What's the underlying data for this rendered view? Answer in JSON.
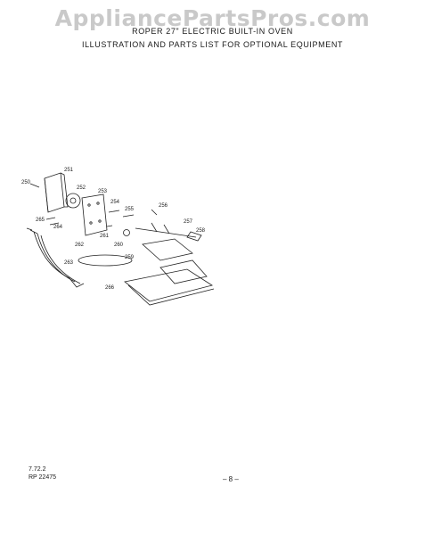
{
  "watermark": "AppliancePartsPros.com",
  "header": {
    "title": "ROPER 27\" ELECTRIC BUILT-IN OVEN",
    "subtitle": "ILLUSTRATION AND PARTS LIST FOR OPTIONAL EQUIPMENT"
  },
  "diagram": {
    "callouts": [
      "250",
      "251",
      "252",
      "253",
      "254",
      "255",
      "256",
      "257",
      "258",
      "259",
      "260",
      "261",
      "262",
      "263",
      "264",
      "265",
      "266"
    ]
  },
  "footer": {
    "date_code": "7.72.2",
    "part_number": "RP 22475",
    "page_number": "– 8 –"
  }
}
